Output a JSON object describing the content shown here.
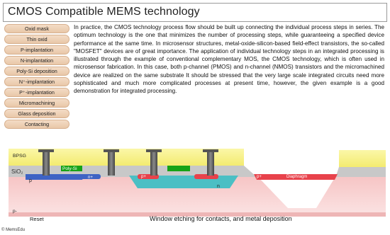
{
  "title": "CMOS Compatible MEMS technology",
  "steps": [
    "Oxid mask",
    "Thin oxid",
    "P-implantation",
    "N-implantation",
    "Poly-Si deposition",
    "N⁺-implantation",
    "P⁺-implantation",
    "Micromachining",
    "Glass deposition",
    "Contacting"
  ],
  "paragraph": "In practice, the CMOS technology process flow should be built up connecting the individual process steps in series. The optimum technology is the one that minimizes the number of processing steps, while guaranteeing a specified device performance at the same time. In microsensor structures, metal-oxide-silicon-based field-effect transistors, the so-called \"MOSFET\" devices are of great importance. The application of individual technology steps in an integrated processing is illustrated through the example of conventional complementary MOS, the CMOS technology, which is often used in microsensor fabrication. In this case, both p-channel (PMOS) and n-channel (NMOS) transistors and the micromachined device are realized on the same substrate  It should be stressed that the very large scale integrated circuits need more sophisticated and much more complicated processes at present time, however, the given example is a good demonstration for integrated processing.",
  "diagram": {
    "bpsg": "BPSG",
    "sio2": "SiO₂",
    "polysi": "Poly-Si",
    "p": "p",
    "nplus": "n+",
    "pplus1": "p+",
    "n": "n",
    "pplus2": "p+",
    "diaphragm": "Diaphragm",
    "pminus": "p-"
  },
  "caption": "Window etching for contacts, and metal deposition",
  "reset": "Reset",
  "copyright": "©  MemsEdu",
  "colors": {
    "glass": "#f8f28a",
    "oxide": "#c8c8c8",
    "substrate": "#f6c9c9",
    "pwell": "#3e63c4",
    "nwell": "#4bbfc4",
    "pplus": "#e8424b",
    "polysi": "#17a317",
    "metal": "#555555",
    "button": "#eccbae"
  }
}
